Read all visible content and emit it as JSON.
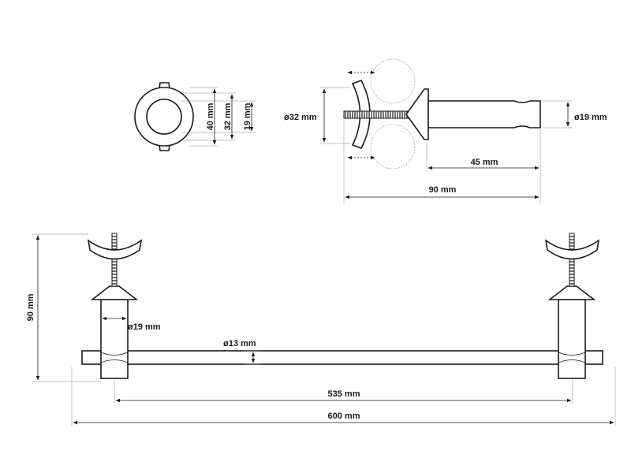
{
  "dimensions": {
    "end_cap_40": "40 mm",
    "end_cap_32": "32 mm",
    "end_cap_19": "19 mm",
    "post_dia_32": "ø32 mm",
    "post_dia_19": "ø19 mm",
    "post_len_45": "45 mm",
    "post_len_90": "90 mm",
    "rack_height": "90 mm",
    "rack_post_dia": "ø19 mm",
    "bar_dia": "ø13 mm",
    "inner_width": "535 mm",
    "overall_width": "600 mm"
  },
  "colors": {
    "line": "#1a1a1a",
    "ghost": "#999999"
  }
}
